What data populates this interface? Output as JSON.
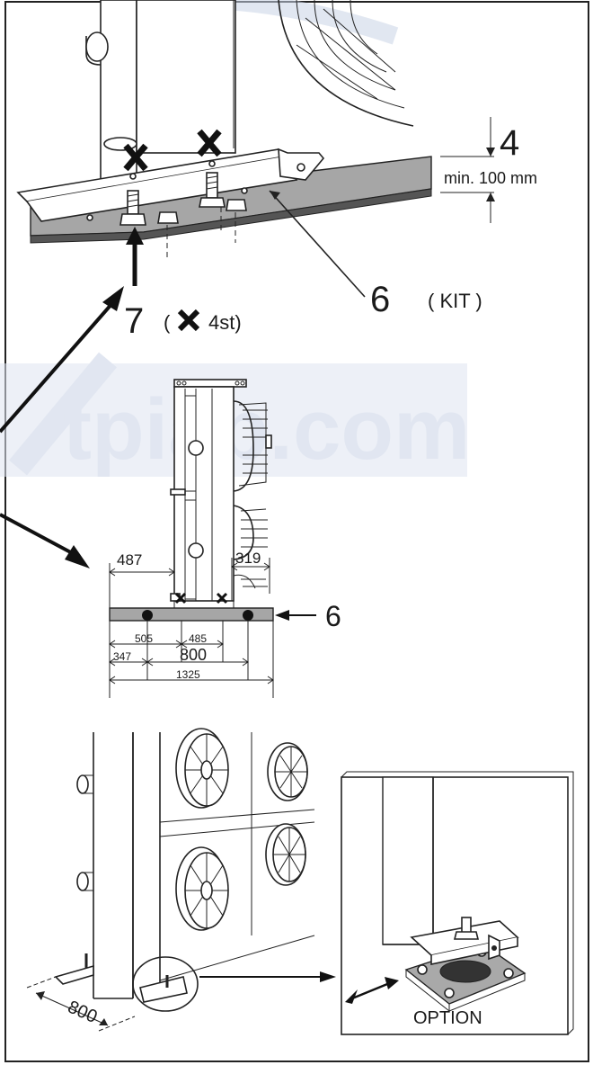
{
  "top_view": {
    "label_height": "4",
    "label_min": "min. 100 mm",
    "label_kit_num": "6",
    "label_kit": "( KIT )",
    "label_bolt_num": "7",
    "label_bolt_qty": "4st)",
    "label_bolt_open": "("
  },
  "watermark": {
    "text": "tpiab.com",
    "color": "#c9d3e6"
  },
  "side_view": {
    "dim_487": "487",
    "dim_319": "319",
    "dim_505": "505",
    "dim_485": "485",
    "dim_347": "347",
    "dim_800": "800",
    "dim_1325": "1325",
    "label_6": "6"
  },
  "bottom_view": {
    "dim_800": "800",
    "inset_label": "OPTION"
  },
  "colors": {
    "frame": "#222222",
    "beam": "#a6a6a6"
  }
}
